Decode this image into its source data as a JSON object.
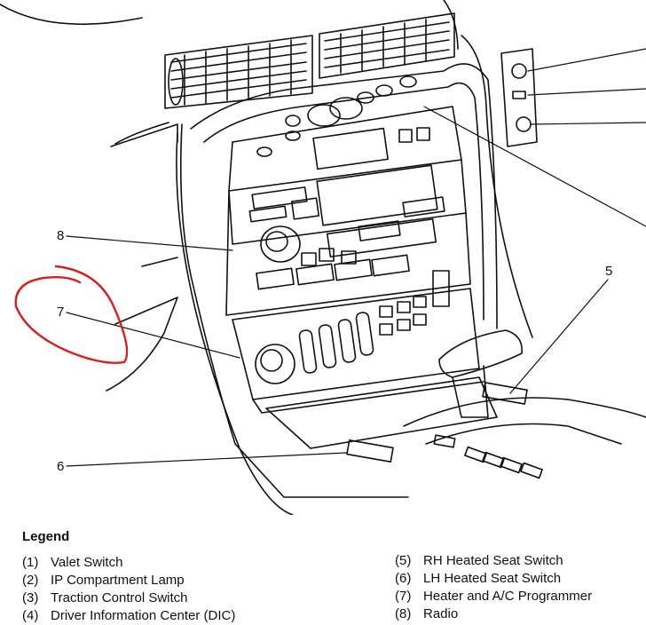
{
  "callouts": {
    "c5": "5",
    "c6": "6",
    "c7": "7",
    "c8": "8"
  },
  "legend": {
    "title": "Legend",
    "left": [
      {
        "num": "(1)",
        "label": "Valet Switch"
      },
      {
        "num": "(2)",
        "label": "IP Compartment Lamp"
      },
      {
        "num": "(3)",
        "label": "Traction Control Switch"
      },
      {
        "num": "(4)",
        "label": "Driver Information Center (DIC)"
      }
    ],
    "right": [
      {
        "num": "(5)",
        "label": "RH Heated Seat Switch"
      },
      {
        "num": "(6)",
        "label": "LH Heated Seat Switch"
      },
      {
        "num": "(7)",
        "label": "Heater and A/C Programmer"
      },
      {
        "num": "(8)",
        "label": "Radio"
      }
    ]
  },
  "colors": {
    "ink": "#111111",
    "annotation": "#d42020",
    "background": "#ffffff"
  }
}
